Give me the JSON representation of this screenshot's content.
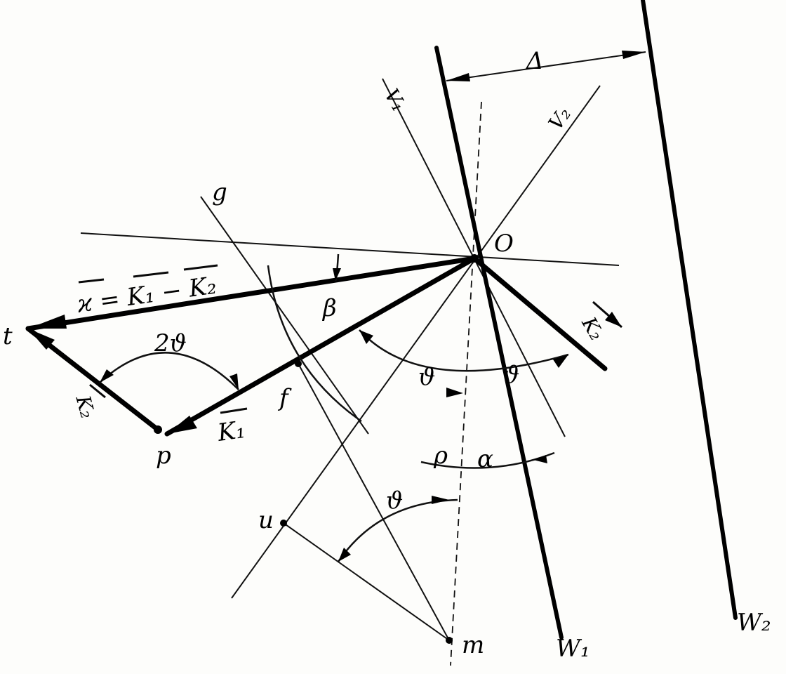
{
  "labels": {
    "o": "O",
    "t": "t",
    "p": "p",
    "f": "f",
    "g": "g",
    "u": "u",
    "m": "m",
    "w1": "W₁",
    "w2": "W₂",
    "v1": "V₁",
    "v2": "V₂",
    "delta": "Δ",
    "beta": "β",
    "rho": "ρ",
    "alpha": "α",
    "theta_left": "ϑ",
    "theta_right": "ϑ",
    "theta_bottom": "ϑ",
    "two_theta": "2ϑ",
    "kappa_eq": "ϰ = K₁ − K₂",
    "k1": "K₁",
    "k2_left": "K₂",
    "k2_right": "K₂"
  },
  "colors": {
    "ink": "#000000",
    "paper": "#fdfdfb"
  }
}
